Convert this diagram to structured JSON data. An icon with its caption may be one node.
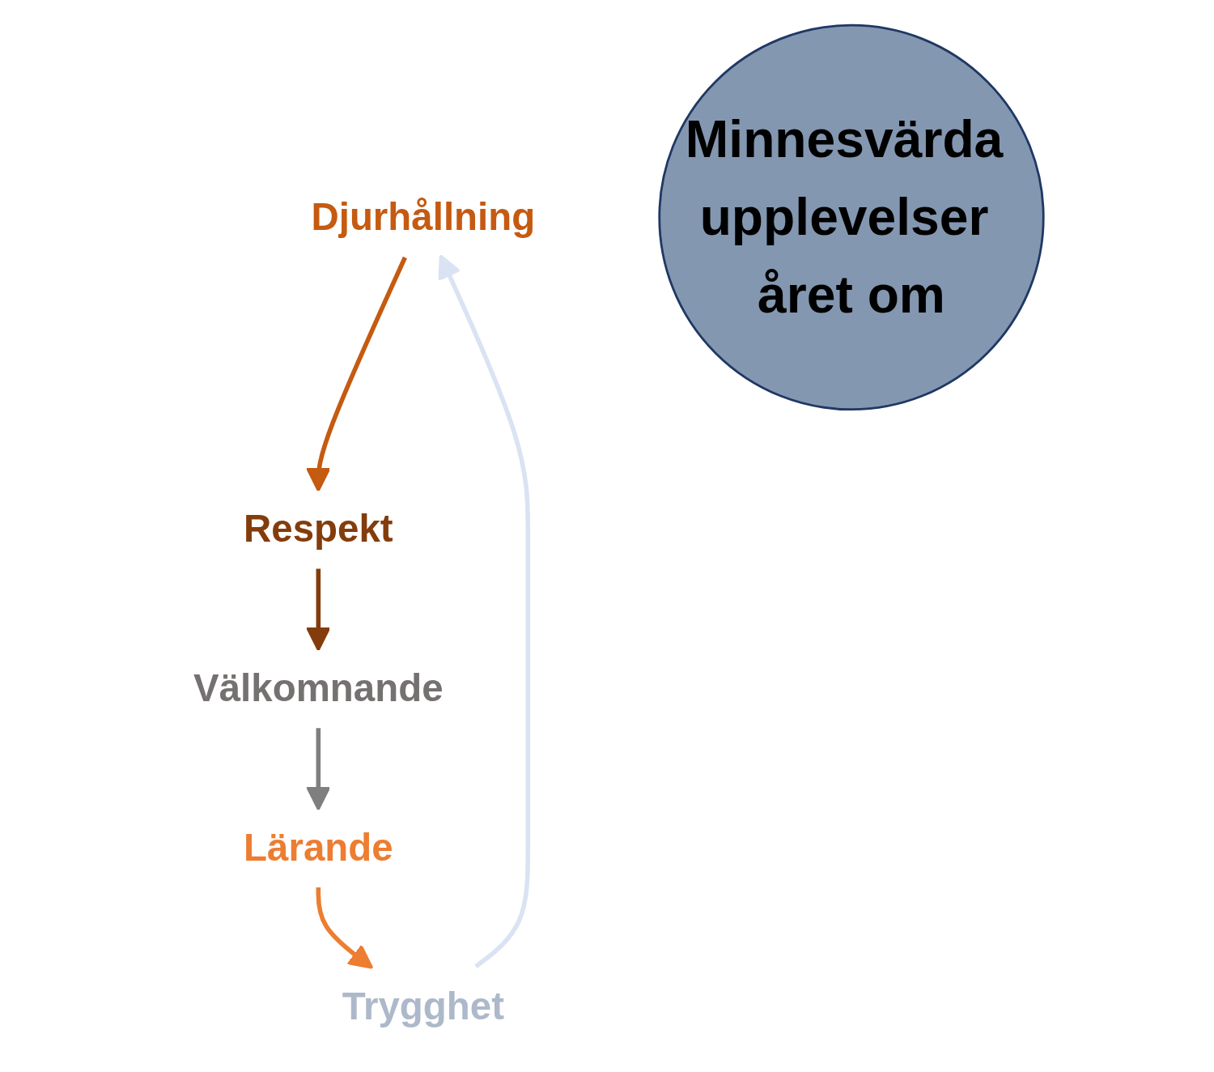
{
  "diagram": {
    "nodes": [
      {
        "text": [
          "Djurhållning"
        ]
      },
      {
        "text": [
          "Respekt"
        ]
      },
      {
        "text": [
          "Minnesvärda upplevelser året om"
        ]
      },
      {
        "text": [
          "Trygghet"
        ]
      },
      {
        "text": [
          "Välkomnande"
        ]
      },
      {
        "text": [
          "Lärande"
        ]
      }
    ],
    "edges": [
      {
        "from": 0,
        "to": 1,
        "arrow": "to",
        "color": "#c55a11"
      },
      {
        "from": 1,
        "to": 4,
        "arrow": "to",
        "color": "#843c0c"
      },
      {
        "from": 4,
        "to": 5,
        "arrow": "to",
        "color": "#7f7f7f"
      },
      {
        "from": 5,
        "to": 3,
        "arrow": "to",
        "color": "#ed7d31"
      },
      {
        "from": 3,
        "to": 0,
        "arrow": "to",
        "color": "#dae3f3"
      }
    ]
  }
}
